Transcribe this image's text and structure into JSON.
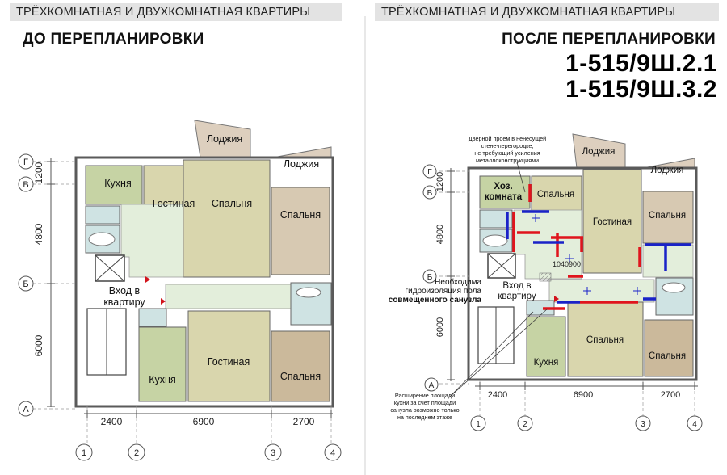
{
  "left": {
    "banner": "ТРЁХКОМНАТНАЯ И ДВУХКОМНАТНАЯ КВАРТИРЫ",
    "title": "ДО ПЕРЕПЛАНИРОВКИ",
    "rooms": {
      "loggia1": "Лоджия",
      "loggia2": "Лоджия",
      "kitchen_top": "Кухня",
      "living_top": "Гостиная",
      "bedroom_top": "Спальня",
      "bedroom_right": "Спальня",
      "entrance_l1": "Вход в",
      "entrance_l2": "квартиру",
      "kitchen_bottom": "Кухня",
      "living_bottom": "Гостиная",
      "bedroom_bottom": "Спальня"
    },
    "axes": {
      "letters": [
        "Г",
        "В",
        "Б",
        "А"
      ],
      "numbers": [
        "1",
        "2",
        "3",
        "4"
      ],
      "vdims": [
        "1200",
        "4800",
        "6000"
      ],
      "hdims": [
        "2400",
        "6900",
        "2700"
      ]
    }
  },
  "right": {
    "banner": "ТРЁХКОМНАТНАЯ И ДВУХКОМНАТНАЯ КВАРТИРЫ",
    "title": "ПОСЛЕ ПЕРЕПЛАНИРОВКИ",
    "series_1": "1-515/9Ш.2.1",
    "series_2": "1-515/9Ш.3.2",
    "rooms": {
      "loggia1": "Лоджия",
      "loggia2": "Лоджия",
      "storage_l1": "Хоз.",
      "storage_l2": "комната",
      "bedroom_a": "Спальня",
      "living": "Гостиная",
      "bedroom_b": "Спальня",
      "entrance_l1": "Вход в",
      "entrance_l2": "квартиру",
      "kitchen": "Кухня",
      "bedroom_c": "Спальня",
      "bedroom_d": "Спальня"
    },
    "labels": {
      "d900": "900",
      "d1040": "1040"
    },
    "notes": {
      "door_1": "Дверной проем в ненесущей",
      "door_2": "стене-перегородке,",
      "door_3": "не требующий усиления",
      "door_4": "металлоконструкциями",
      "water_1": "Необходима",
      "water_2": "гидроизоляция пола",
      "water_3": "совмещенного санузла",
      "kitchen_1": "Расширение площади",
      "kitchen_2": "кухни за счет площади",
      "kitchen_3": "санузла возможно только",
      "kitchen_4": "на последнем этаже"
    },
    "axes": {
      "letters": [
        "Г",
        "В",
        "Б",
        "А"
      ],
      "numbers": [
        "1",
        "2",
        "3",
        "4"
      ],
      "vdims": [
        "1200",
        "4800",
        "6000"
      ],
      "hdims": [
        "2400",
        "6900",
        "2700"
      ]
    }
  },
  "colors": {
    "kitchen": "#c6d3a4",
    "living": "#d9d6ad",
    "bedroom": "#d7c9b2",
    "bedroom_dark": "#cbb99b",
    "corridor": "#e3eedb",
    "loggia": "#ddcfbe",
    "bath": "#cfe3e3",
    "wall": "#5a5a5a",
    "new_wall": "#e0141c",
    "demolish": "#1a22c8"
  }
}
